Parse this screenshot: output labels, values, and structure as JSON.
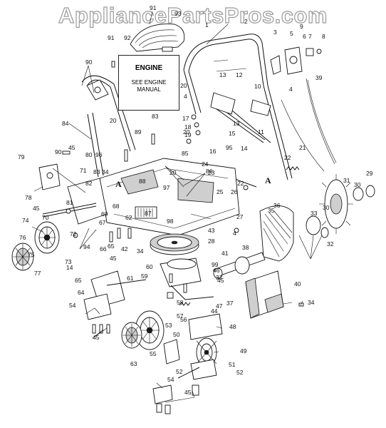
{
  "watermark": "AppliancePartsPros.com",
  "engine_box": {
    "title": "ENGINE",
    "line1": "SEE ENGINE",
    "line2": "MANUAL"
  },
  "callouts": [
    {
      "text": "91"
    },
    {
      "text": "93"
    },
    {
      "text": "2"
    },
    {
      "text": "1"
    },
    {
      "text": "91"
    },
    {
      "text": "92"
    },
    {
      "text": "3"
    },
    {
      "text": "9"
    },
    {
      "text": "5"
    },
    {
      "text": "6"
    },
    {
      "text": "7"
    },
    {
      "text": "8"
    },
    {
      "text": "90"
    },
    {
      "text": "39"
    },
    {
      "text": "13"
    },
    {
      "text": "12"
    },
    {
      "text": "20"
    },
    {
      "text": "4"
    },
    {
      "text": "10"
    },
    {
      "text": "4"
    },
    {
      "text": "20"
    },
    {
      "text": "83"
    },
    {
      "text": "17"
    },
    {
      "text": "18"
    },
    {
      "text": "20"
    },
    {
      "text": "19"
    },
    {
      "text": "15"
    },
    {
      "text": "13"
    },
    {
      "text": "84"
    },
    {
      "text": "89"
    },
    {
      "text": "11"
    },
    {
      "text": "21"
    },
    {
      "text": "16"
    },
    {
      "text": "95"
    },
    {
      "text": "14"
    },
    {
      "text": "85"
    },
    {
      "text": "45"
    },
    {
      "text": "90"
    },
    {
      "text": "80"
    },
    {
      "text": "79"
    },
    {
      "text": "96"
    },
    {
      "text": "20"
    },
    {
      "text": "86"
    },
    {
      "text": "22"
    },
    {
      "text": "71"
    },
    {
      "text": "83"
    },
    {
      "text": "34"
    },
    {
      "text": "24"
    },
    {
      "text": "23"
    },
    {
      "text": "82"
    },
    {
      "text": "81"
    },
    {
      "text": "88"
    },
    {
      "text": "97"
    },
    {
      "text": "22"
    },
    {
      "text": "31"
    },
    {
      "text": "29"
    },
    {
      "text": "30"
    },
    {
      "text": "78"
    },
    {
      "text": "25"
    },
    {
      "text": "26"
    },
    {
      "text": "45"
    },
    {
      "text": "87"
    },
    {
      "text": "35"
    },
    {
      "text": "36"
    },
    {
      "text": "30"
    },
    {
      "text": "33"
    },
    {
      "text": "70"
    },
    {
      "text": "68"
    },
    {
      "text": "69"
    },
    {
      "text": "62"
    },
    {
      "text": "27"
    },
    {
      "text": "74"
    },
    {
      "text": "98"
    },
    {
      "text": "67"
    },
    {
      "text": "43"
    },
    {
      "text": "4"
    },
    {
      "text": "32"
    },
    {
      "text": "28"
    },
    {
      "text": "94"
    },
    {
      "text": "66"
    },
    {
      "text": "65"
    },
    {
      "text": "42"
    },
    {
      "text": "76"
    },
    {
      "text": "72"
    },
    {
      "text": "34"
    },
    {
      "text": "38"
    },
    {
      "text": "75"
    },
    {
      "text": "73"
    },
    {
      "text": "45"
    },
    {
      "text": "41"
    },
    {
      "text": "14"
    },
    {
      "text": "60"
    },
    {
      "text": "99"
    },
    {
      "text": "46"
    },
    {
      "text": "37"
    },
    {
      "text": "77"
    },
    {
      "text": "59"
    },
    {
      "text": "45"
    },
    {
      "text": "65"
    },
    {
      "text": "61"
    },
    {
      "text": "37"
    },
    {
      "text": "40"
    },
    {
      "text": "64"
    },
    {
      "text": "58"
    },
    {
      "text": "47"
    },
    {
      "text": "44"
    },
    {
      "text": "34"
    },
    {
      "text": "54"
    },
    {
      "text": "57"
    },
    {
      "text": "56"
    },
    {
      "text": "48"
    },
    {
      "text": "53"
    },
    {
      "text": "45"
    },
    {
      "text": "50"
    },
    {
      "text": "55"
    },
    {
      "text": "49"
    },
    {
      "text": "63"
    },
    {
      "text": "52"
    },
    {
      "text": "51"
    },
    {
      "text": "54"
    },
    {
      "text": "52"
    },
    {
      "text": "45"
    },
    {
      "text": "A"
    },
    {
      "text": "A"
    }
  ]
}
